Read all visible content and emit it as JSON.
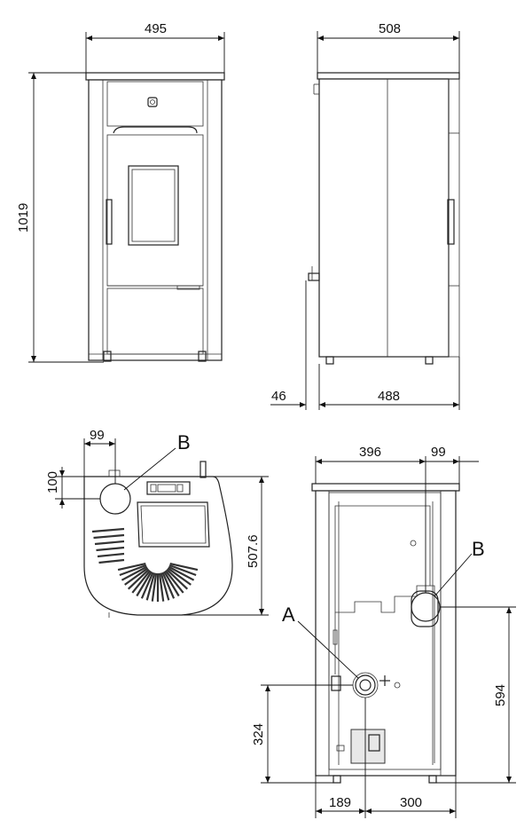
{
  "dimensions": {
    "front_width": "495",
    "height": "1019",
    "side_depth": "508",
    "side_offset": "46",
    "side_base_depth": "488",
    "top_b_offset": "99",
    "top_b_offset_y": "100",
    "top_depth": "507.6",
    "back_b_x": "396",
    "back_b_edge": "99",
    "back_b_height": "594",
    "back_a_height": "324",
    "back_a_x": "189",
    "back_a_to_right": "300"
  },
  "labels": {
    "b_top": "B",
    "b_back": "B",
    "a_back": "A"
  }
}
